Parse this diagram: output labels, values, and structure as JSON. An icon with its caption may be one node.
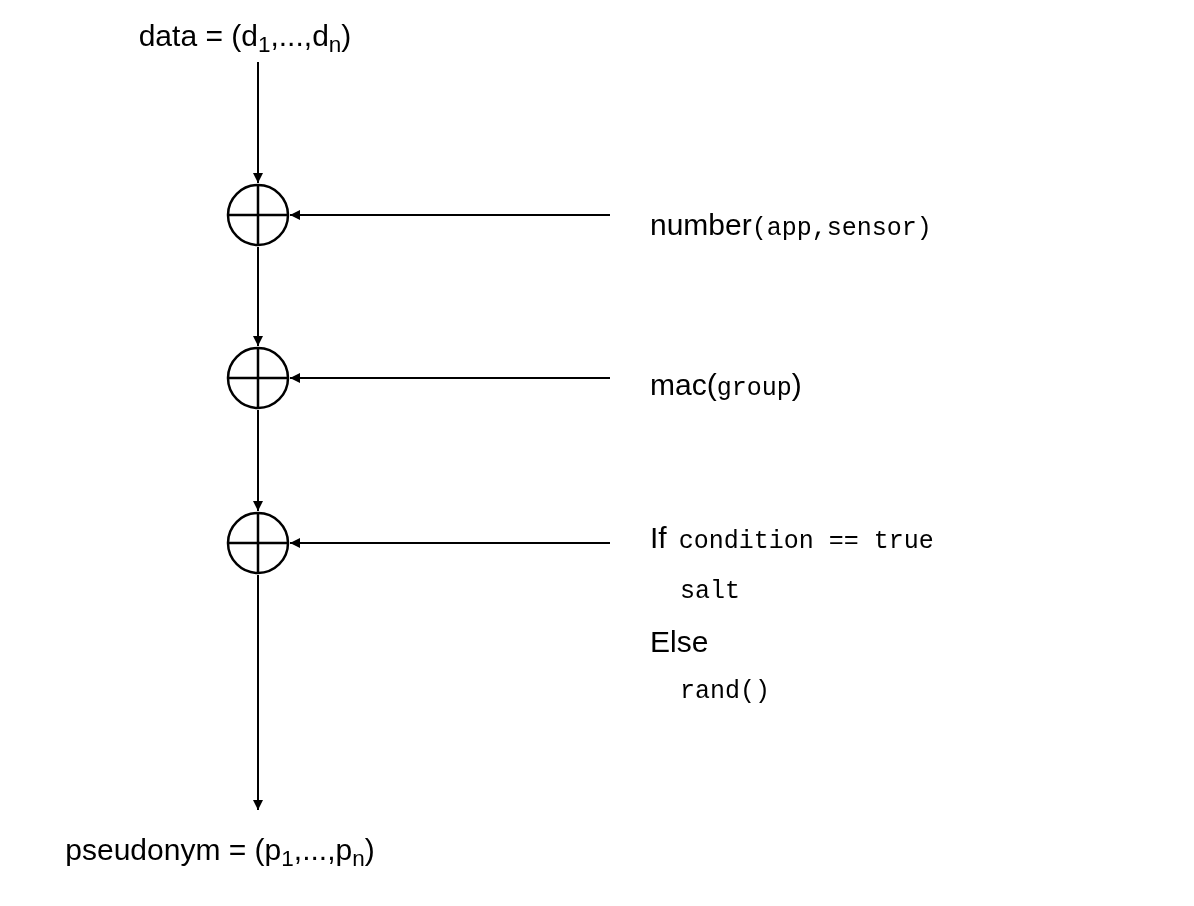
{
  "diagram": {
    "nodes": [
      {
        "text": [
          "data = (d$_{1}$,...,d$_{n}$)"
        ]
      },
      {
        "text": [],
        "shape": "circle"
      },
      {
        "text": [],
        "shape": "circle"
      },
      {
        "text": [],
        "shape": "circle"
      },
      {
        "text": [
          "pseudonym = (p$_{1}$,...,p$_{n}$)"
        ]
      },
      {
        "text": [
          "number",
          "(app,sensor)"
        ]
      },
      {
        "text": [
          "mac(",
          "group",
          ")"
        ]
      },
      {
        "text": [
          "If",
          "condition == true",
          "salt",
          "Else",
          "rand()"
        ]
      }
    ],
    "edges": [
      {
        "from": 0,
        "to": 1,
        "arrow": "to"
      },
      {
        "from": 1,
        "to": 2,
        "arrow": "to"
      },
      {
        "from": 2,
        "to": 3,
        "arrow": "to"
      },
      {
        "from": 3,
        "to": 4,
        "arrow": "to"
      },
      {
        "from": 5,
        "to": 1,
        "arrow": "to"
      },
      {
        "from": 6,
        "to": 2,
        "arrow": "to"
      },
      {
        "from": 7,
        "to": 3,
        "arrow": "to"
      }
    ]
  }
}
